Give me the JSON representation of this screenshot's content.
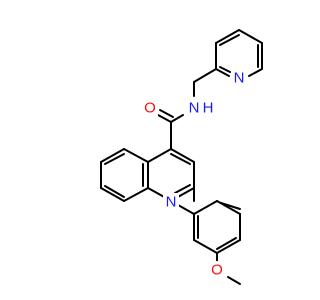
{
  "molecule": {
    "atom_labels": {
      "amide_oxygen": "O",
      "amide_nitrogen": "N",
      "amide_hydrogen": "H",
      "pyridine_nitrogen": "N",
      "quinoline_nitrogen": "N",
      "methoxy_oxygen": "O"
    },
    "colors": {
      "bond": "#000000",
      "nitrogen": "#1a1aff",
      "oxygen": "#ff0d0d",
      "background": "#ffffff"
    }
  }
}
